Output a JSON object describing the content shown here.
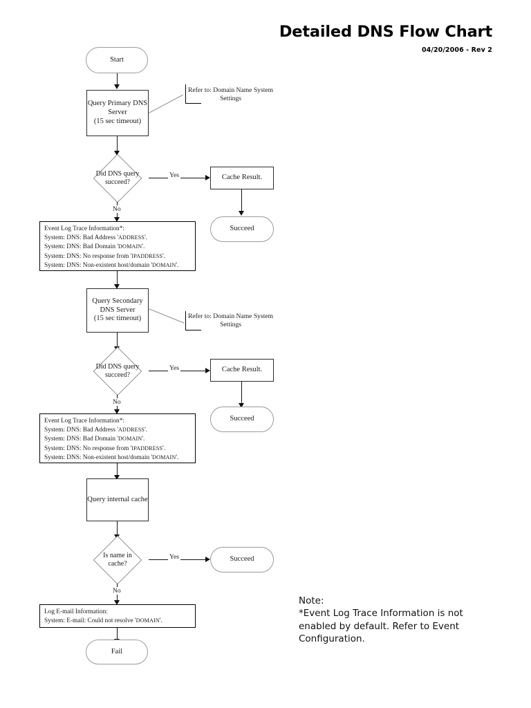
{
  "header": {
    "title": "Detailed DNS Flow Chart",
    "subtitle": "04/20/2006 - Rev 2"
  },
  "nodes": {
    "start": "Start",
    "query_primary": {
      "line1": "Query Primary DNS",
      "line2": "Server",
      "line3": "(15 sec timeout)"
    },
    "decision_primary": {
      "line1": "Did DNS query",
      "line2": "succeed?"
    },
    "cache_result_1": "Cache Result.",
    "succeed_1": "Succeed",
    "query_secondary": {
      "line1": "Query Secondary",
      "line2": "DNS Server",
      "line3": "(15 sec timeout)"
    },
    "decision_secondary": {
      "line1": "Did DNS query",
      "line2": "succeed?"
    },
    "cache_result_2": "Cache Result.",
    "succeed_2": "Succeed",
    "query_cache": "Query internal cache",
    "decision_cache": {
      "line1": "Is name in",
      "line2": "cache?"
    },
    "succeed_3": "Succeed",
    "fail": "Fail"
  },
  "event_log": {
    "heading": "Event Log Trace Information*:",
    "lines": [
      {
        "pre": "System: DNS: Bad Address '",
        "token": "ADDRESS",
        "post": "'."
      },
      {
        "pre": "System: DNS: Bad Domain '",
        "token": "DOMAIN",
        "post": "'."
      },
      {
        "pre": "System: DNS: No response from '",
        "token": "IPADDRESS",
        "post": "'."
      },
      {
        "pre": "System: DNS: Non-existent host/domain '",
        "token": "DOMAIN",
        "post": "'."
      }
    ]
  },
  "email_log": {
    "heading": "Log E-mail Information:",
    "line": {
      "pre": "System: E-mail: Could not resolve '",
      "token": "DOMAIN",
      "post": "'."
    }
  },
  "callouts": {
    "primary": {
      "line1": "Refer to: Domain Name System",
      "line2": "Settings"
    },
    "secondary": {
      "line1": "Refer to: Domain Name System",
      "line2": "Settings"
    }
  },
  "edges": {
    "yes_1": "Yes",
    "no_1": "No",
    "yes_2": "Yes",
    "no_2": "No",
    "yes_3": "Yes",
    "no_3": "No"
  },
  "note": {
    "heading": "Note:",
    "body": "*Event Log Trace Information is not enabled by default.  Refer to Event Configuration."
  },
  "colors": {
    "ink": "#111111",
    "process_border": "#2b2b2b",
    "terminator_border": "#9a9a9a",
    "decision_border": "#8e8e8e",
    "background": "#ffffff"
  }
}
